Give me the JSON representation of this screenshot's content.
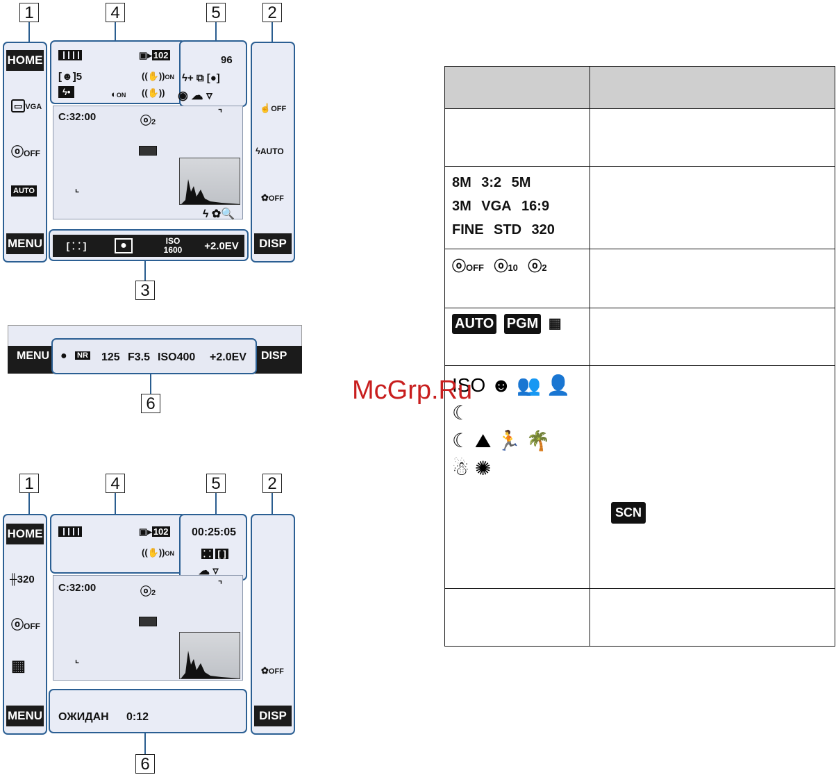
{
  "watermark": "McGrp.Ru",
  "callouts": [
    "1",
    "2",
    "3",
    "4",
    "5",
    "6"
  ],
  "screen1": {
    "left": {
      "home": "HOME",
      "size": "VGA",
      "timer": "OFF",
      "mode": "AUTO",
      "menu": "MENU"
    },
    "right": {
      "macro": "OFF",
      "flash": "AUTO",
      "focus": "OFF",
      "disp": "DISP"
    },
    "status": {
      "face": "[☻]5",
      "shots": "96",
      "folder": "102",
      "stab_on": "ON",
      "time": "C:32:00",
      "timer": "2"
    },
    "bar": {
      "iso_label": "ISO",
      "iso_value": "1600",
      "ev": "+2.0EV"
    }
  },
  "strip": {
    "menu": "MENU",
    "nr": "NR",
    "shutter": "125",
    "aperture": "F3.5",
    "iso": "ISO400",
    "ev": "+2.0EV",
    "disp": "DISP"
  },
  "screen2": {
    "left": {
      "home": "HOME",
      "size": "320",
      "timer": "OFF",
      "menu": "MENU"
    },
    "right": {
      "focus": "OFF",
      "disp": "DISP"
    },
    "status": {
      "folder": "102",
      "stab_on": "ON",
      "rec_time": "00:25:05",
      "time": "C:32:00",
      "timer": "2"
    },
    "bottom": {
      "waiting": "ОЖИДАН",
      "elapsed": "0:12"
    }
  },
  "table": {
    "size_icons": [
      "8M",
      "3:2",
      "5M",
      "3M",
      "VGA",
      "16:9",
      "FINE",
      "STD",
      "320"
    ],
    "timer_icons": [
      "OFF",
      "10",
      "2"
    ],
    "mode_icons": [
      "AUTO",
      "PGM"
    ],
    "scene_label": "SCN"
  }
}
